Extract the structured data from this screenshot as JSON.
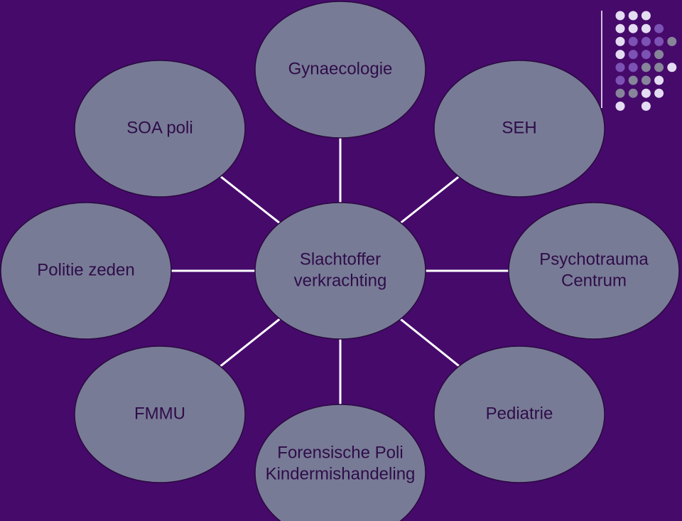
{
  "colors": {
    "background": "#460a6b",
    "node_fill": "#787b96",
    "node_stroke": "#2a0a40",
    "node_text": "#2e0d49",
    "edge": "#ffffff",
    "dot_light": "#e4dcf2",
    "dot_purple": "#7c52b4",
    "dot_grey": "#868599"
  },
  "diagram": {
    "center": {
      "lines": [
        "Slachtoffer",
        "verkrachting"
      ]
    },
    "nodes": [
      {
        "id": "gynaecologie",
        "lines": [
          "Gynaecologie"
        ]
      },
      {
        "id": "seh",
        "lines": [
          "SEH"
        ]
      },
      {
        "id": "psychotrauma-centrum",
        "lines": [
          "Psychotrauma",
          "Centrum"
        ]
      },
      {
        "id": "pediatrie",
        "lines": [
          "Pediatrie"
        ]
      },
      {
        "id": "forensische-poli",
        "lines": [
          "Forensische Poli",
          "Kindermishandeling"
        ]
      },
      {
        "id": "fmmu",
        "lines": [
          "FMMU"
        ]
      },
      {
        "id": "politie-zeden",
        "lines": [
          "Politie zeden"
        ]
      },
      {
        "id": "soa-poli",
        "lines": [
          "SOA poli"
        ]
      }
    ]
  },
  "decoration": {
    "dot_grid": [
      [
        "light",
        "light",
        "light",
        null
      ],
      [
        "light",
        "light",
        "light",
        "purple"
      ],
      [
        "light",
        "purple",
        "purple",
        "purple",
        "grey"
      ],
      [
        "light",
        "purple",
        "purple",
        "grey"
      ],
      [
        "purple",
        "purple",
        "grey",
        "grey",
        "light"
      ],
      [
        "purple",
        "grey",
        "grey",
        "light"
      ],
      [
        "grey",
        "grey",
        "light",
        "light"
      ],
      [
        "light",
        null,
        "light",
        null
      ]
    ]
  }
}
